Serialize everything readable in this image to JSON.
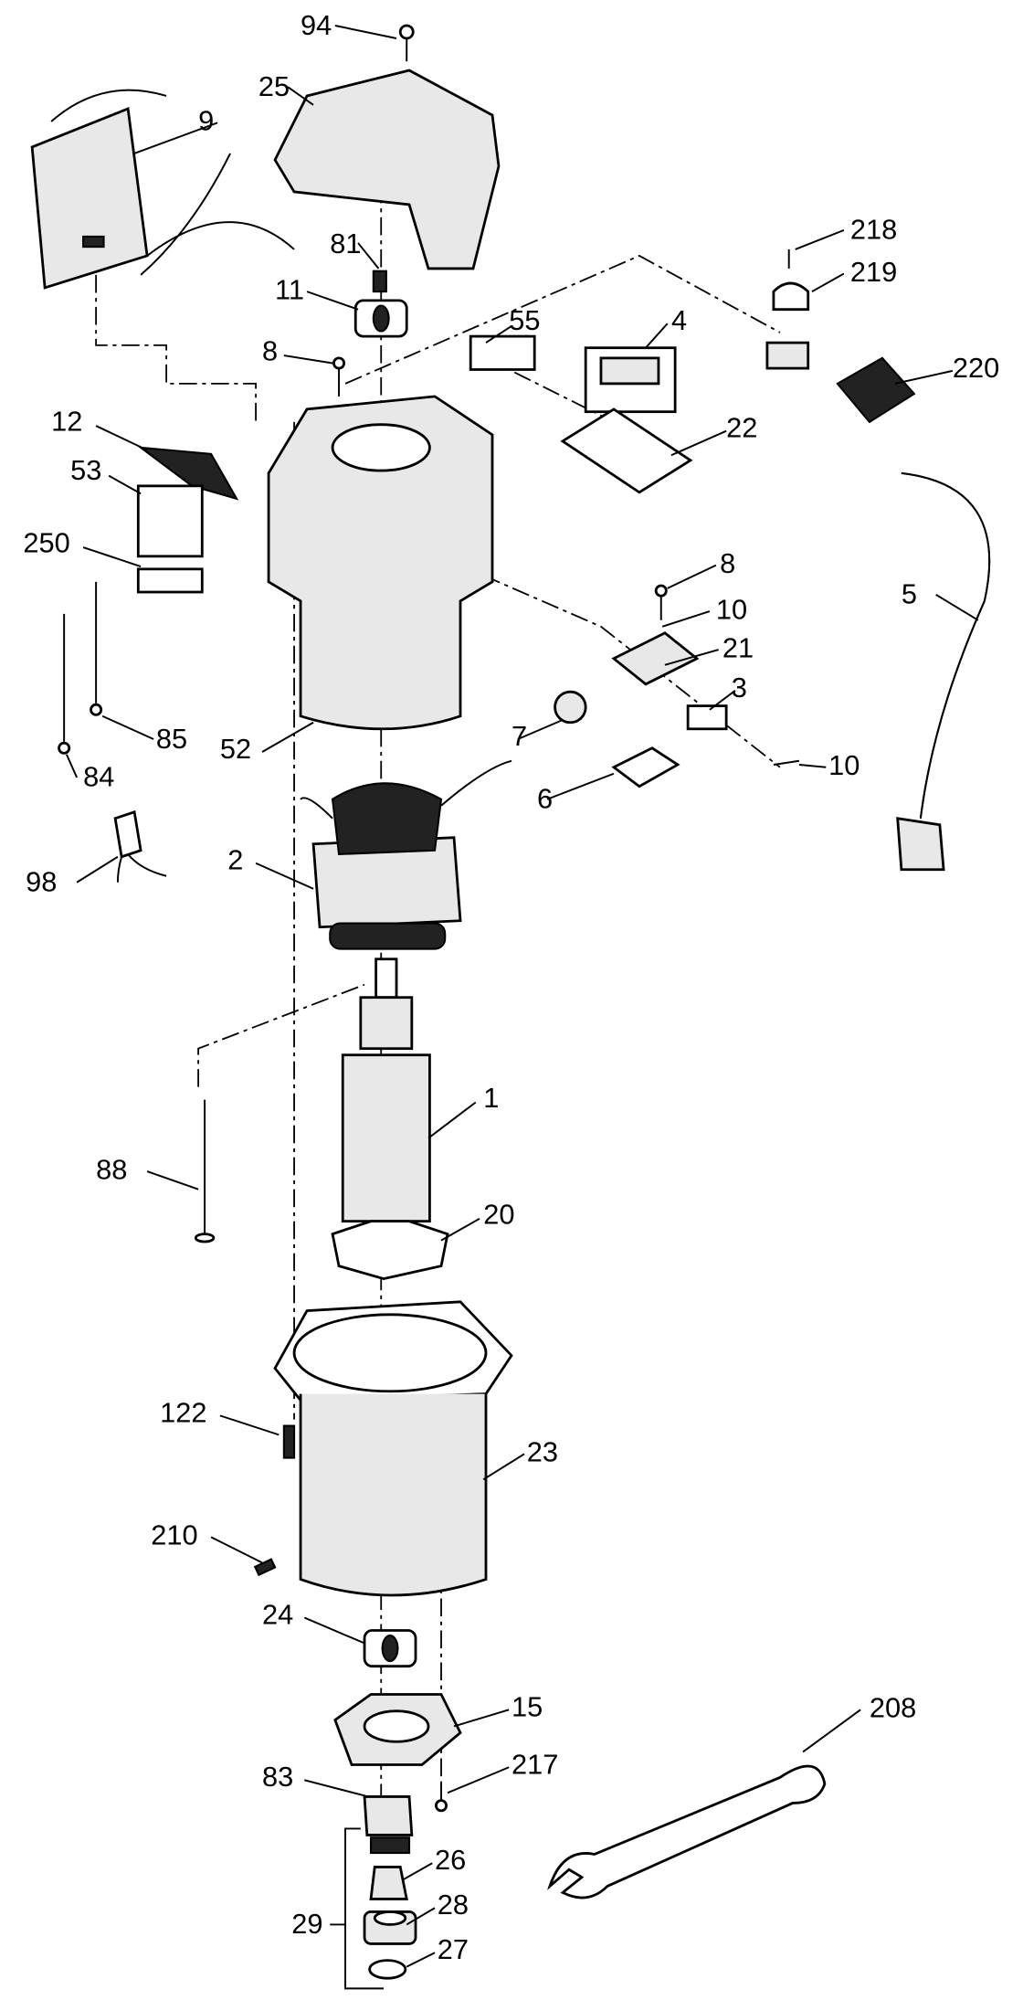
{
  "diagram": {
    "type": "exploded parts diagram",
    "labels": [
      "94",
      "25",
      "9",
      "81",
      "11",
      "8",
      "218",
      "219",
      "220",
      "55",
      "4",
      "22",
      "12",
      "53",
      "250",
      "8",
      "10",
      "21",
      "5",
      "3",
      "85",
      "84",
      "52",
      "7",
      "6",
      "10",
      "2",
      "98",
      "1",
      "88",
      "20",
      "122",
      "23",
      "210",
      "24",
      "15",
      "208",
      "217",
      "83",
      "26",
      "29",
      "28",
      "27"
    ]
  }
}
